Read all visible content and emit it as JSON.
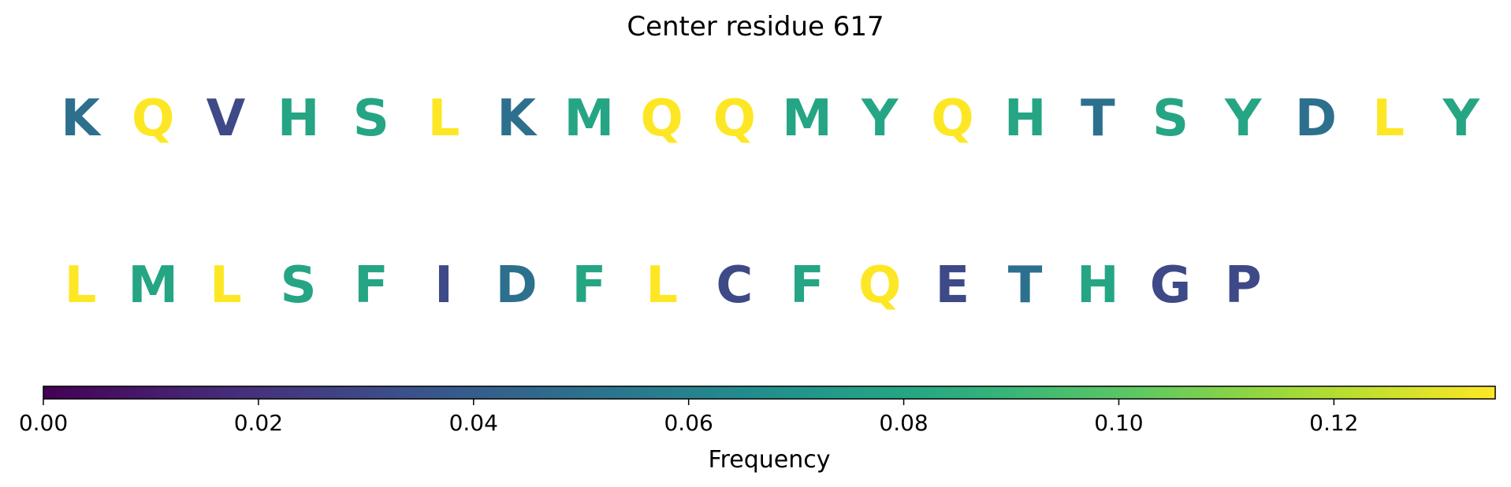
{
  "chart_data": {
    "type": "heatmap",
    "title": "Center residue 617",
    "rows": [
      {
        "residues": [
          "K",
          "Q",
          "V",
          "H",
          "S",
          "L",
          "K",
          "M",
          "Q",
          "Q",
          "M",
          "Y",
          "Q",
          "H",
          "T",
          "S",
          "Y",
          "D",
          "L",
          "Y"
        ],
        "values": [
          0.05,
          0.135,
          0.03,
          0.08,
          0.08,
          0.135,
          0.05,
          0.08,
          0.135,
          0.135,
          0.08,
          0.08,
          0.135,
          0.08,
          0.05,
          0.08,
          0.08,
          0.05,
          0.135,
          0.08
        ]
      },
      {
        "residues": [
          "L",
          "M",
          "L",
          "S",
          "F",
          "I",
          "D",
          "F",
          "L",
          "C",
          "F",
          "Q",
          "E",
          "T",
          "H",
          "G",
          "P"
        ],
        "values": [
          0.135,
          0.08,
          0.135,
          0.08,
          0.08,
          0.03,
          0.05,
          0.08,
          0.135,
          0.03,
          0.08,
          0.135,
          0.03,
          0.05,
          0.08,
          0.03,
          0.03
        ]
      }
    ],
    "colorbar": {
      "label": "Frequency",
      "range": [
        0.0,
        0.135
      ],
      "colormap": "viridis",
      "ticks": [
        0.0,
        0.02,
        0.04,
        0.06,
        0.08,
        0.1,
        0.12
      ],
      "tick_labels": [
        "0.00",
        "0.02",
        "0.04",
        "0.06",
        "0.08",
        "0.10",
        "0.12"
      ]
    }
  }
}
